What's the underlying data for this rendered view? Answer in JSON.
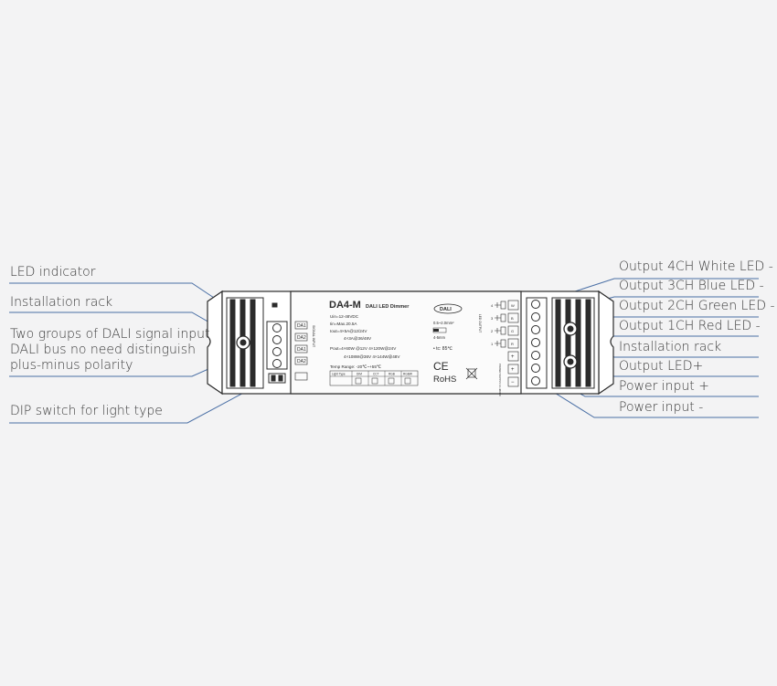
{
  "labels_left": {
    "led_indicator": "LED indicator",
    "installation_rack": "Installation rack",
    "dali_line1": "Two groups of DALI signal input",
    "dali_line2": "DALI bus no need distinguish",
    "dali_line3": "plus-minus polarity",
    "dip_switch": "DIP switch for light type"
  },
  "labels_right": {
    "out4": "Output 4CH White LED -",
    "out3": "Output 3CH Blue LED -",
    "out2": "Output 2CH Green LED -",
    "out1": "Output 1CH Red LED -",
    "installation_rack": "Installation rack",
    "out_plus": "Output LED+",
    "power_plus": "Power input +",
    "power_minus": "Power input -"
  },
  "device": {
    "model": "DA4-M",
    "subtitle": "DALI LED Dimmer",
    "spec_uin": "Uin=12-48VDC",
    "spec_iin": "Iin=Max.20.5A",
    "spec_iout1": "Iout=4×5A@12/24V",
    "spec_iout2": "4×3A@36/48V",
    "spec_pout1": "Pout=4×60W  @12V  4×120W@24V",
    "spec_pout2": "4×108W@36V  4×144W@48V",
    "temp_range": "Temp Range: -20℃~+55℃",
    "wire_range": "0.5~2.0mm²",
    "strip_length": "4-5mm",
    "tc": "• tc: 85℃",
    "dali_logo": "DALI",
    "ce": "CE",
    "rohs": "RoHS",
    "light_type_header": [
      "Light Type",
      "DIM",
      "CCT",
      "RGB",
      "RGBW"
    ],
    "dali_terminals": [
      "DA1",
      "DA2",
      "DA1",
      "DA2"
    ],
    "dali_input_label": "SIGNAL INPUT",
    "led_output_label": "LED OUTPUT",
    "power_supply_label": "POWER SUPPLY 12-48VDC",
    "output_channels": [
      "4",
      "3",
      "2",
      "1"
    ],
    "output_colors": [
      "W",
      "B",
      "G",
      "R"
    ],
    "plus_sign": "+",
    "minus_sign": "−"
  },
  "colors": {
    "background": "#f3f3f4",
    "leader_line": "#4a6fa5",
    "outline": "#2b2b2b",
    "text": "#3a3a3a"
  }
}
